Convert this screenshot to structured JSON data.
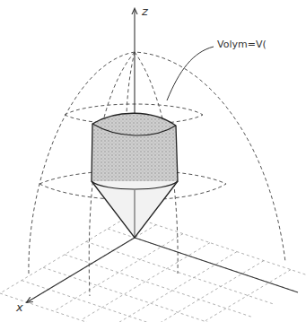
{
  "diagram": {
    "labels": [
      "z",
      "x",
      "Volym=V("
    ]
  }
}
